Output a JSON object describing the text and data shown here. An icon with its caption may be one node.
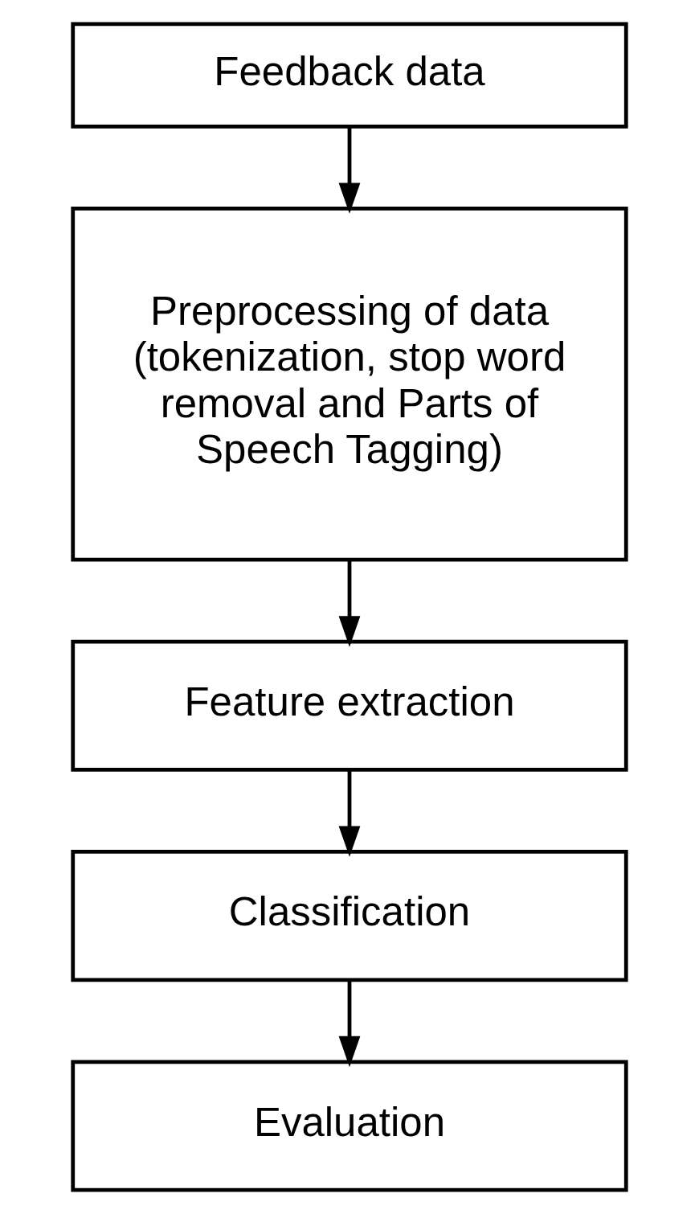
{
  "diagram": {
    "nodes": [
      {
        "text": [
          "Feedback data"
        ]
      },
      {
        "text": [
          "Preprocessing of data (tokenization, stop word removal and Parts of Speech Tagging)"
        ]
      },
      {
        "text": [
          "Feature extraction"
        ]
      },
      {
        "text": [
          "Classification"
        ]
      },
      {
        "text": [
          "Evaluation"
        ]
      }
    ],
    "edges": [
      {
        "from": 0,
        "to": 1,
        "arrow": "to"
      },
      {
        "from": 1,
        "to": 2,
        "arrow": "to"
      },
      {
        "from": 2,
        "to": 3,
        "arrow": "to"
      },
      {
        "from": 3,
        "to": 4,
        "arrow": "to"
      }
    ]
  }
}
